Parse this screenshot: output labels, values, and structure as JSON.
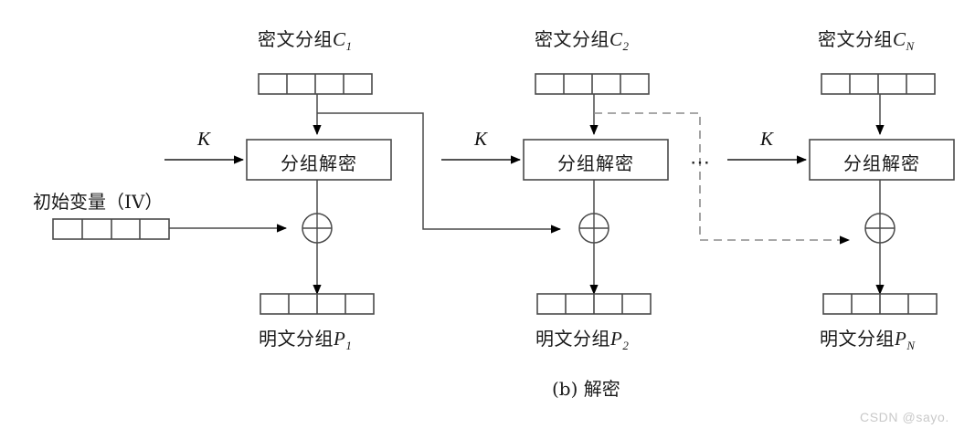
{
  "figure": {
    "caption": "(b) 解密",
    "watermark": "CSDN @sayo.",
    "ellipsis": "⋯",
    "colors": {
      "stroke": "#4a4a4a",
      "stroke_dark": "#1a1a1a",
      "arrow_fill": "#000000",
      "dashed": "#8c8c8c",
      "background": "#ffffff",
      "watermark": "#c9c9c9"
    }
  },
  "columns": [
    {
      "id": "col-1",
      "ciphertext_label_prefix": "密文分组",
      "ciphertext_symbol": "C",
      "ciphertext_subscript": "1",
      "key_label": "K",
      "operation_label": "分组解密",
      "plaintext_label_prefix": "明文分组",
      "plaintext_symbol": "P",
      "plaintext_subscript": "1",
      "xor_symbol": "⊕",
      "cells": 4
    },
    {
      "id": "col-2",
      "ciphertext_label_prefix": "密文分组",
      "ciphertext_symbol": "C",
      "ciphertext_subscript": "2",
      "key_label": "K",
      "operation_label": "分组解密",
      "plaintext_label_prefix": "明文分组",
      "plaintext_symbol": "P",
      "plaintext_subscript": "2",
      "xor_symbol": "⊕",
      "cells": 4
    },
    {
      "id": "col-n",
      "ciphertext_label_prefix": "密文分组",
      "ciphertext_symbol": "C",
      "ciphertext_subscript": "N",
      "key_label": "K",
      "operation_label": "分组解密",
      "plaintext_label_prefix": "明文分组",
      "plaintext_symbol": "P",
      "plaintext_subscript": "N",
      "xor_symbol": "⊕",
      "cells": 4
    }
  ],
  "iv": {
    "label": "初始变量（IV）",
    "cells": 4
  }
}
